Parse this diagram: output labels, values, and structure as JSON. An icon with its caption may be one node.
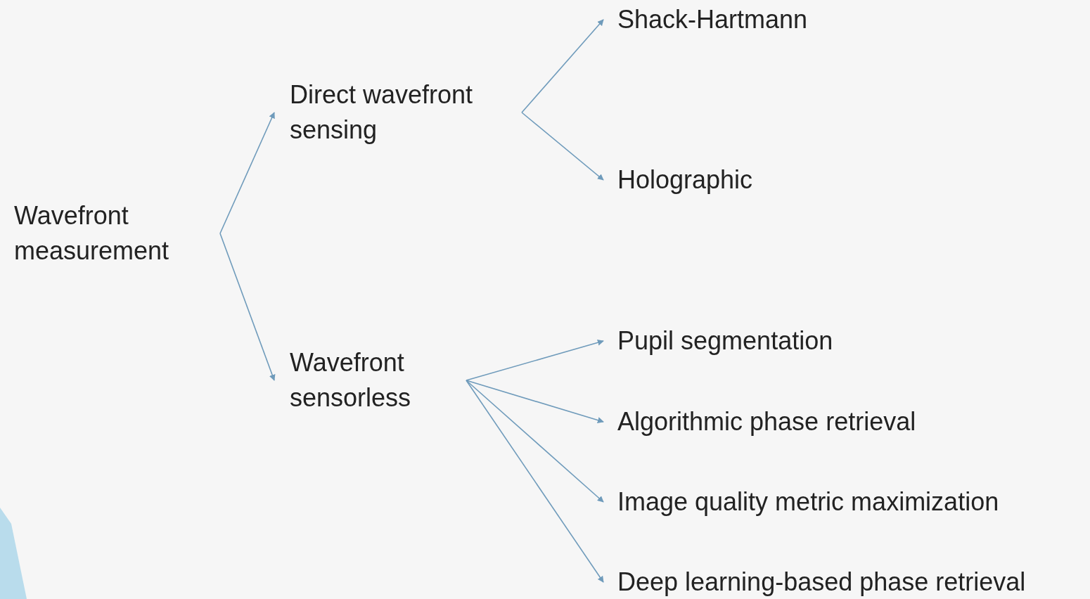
{
  "diagram": {
    "nodes": [
      {
        "text": [
          "Wavefront measurement"
        ]
      },
      {
        "text": [
          "Direct wavefront sensing"
        ]
      },
      {
        "text": [
          "Wavefront sensorless"
        ]
      },
      {
        "text": [
          "Shack-Hartmann"
        ]
      },
      {
        "text": [
          "Holographic"
        ]
      },
      {
        "text": [
          "Pupil segmentation"
        ]
      },
      {
        "text": [
          "Algorithmic phase retrieval"
        ]
      },
      {
        "text": [
          "Image quality metric maximization"
        ]
      },
      {
        "text": [
          "Deep learning-based phase retrieval"
        ]
      }
    ],
    "edges": [
      {
        "from": 0,
        "to": 1,
        "arrow": "to"
      },
      {
        "from": 0,
        "to": 2,
        "arrow": "to"
      },
      {
        "from": 1,
        "to": 3,
        "arrow": "to"
      },
      {
        "from": 1,
        "to": 4,
        "arrow": "to"
      },
      {
        "from": 2,
        "to": 5,
        "arrow": "to"
      },
      {
        "from": 2,
        "to": 6,
        "arrow": "to"
      },
      {
        "from": 2,
        "to": 7,
        "arrow": "to"
      },
      {
        "from": 2,
        "to": 8,
        "arrow": "to"
      }
    ]
  }
}
